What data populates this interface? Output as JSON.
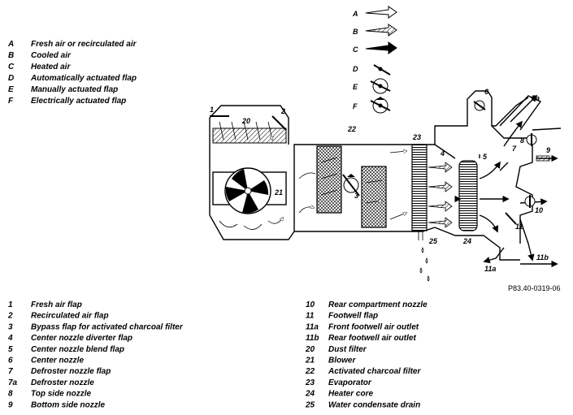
{
  "top_legend": [
    {
      "key": "A",
      "text": "Fresh air or recirculated air"
    },
    {
      "key": "B",
      "text": "Cooled air"
    },
    {
      "key": "C",
      "text": "Heated air"
    },
    {
      "key": "D",
      "text": "Automatically actuated flap"
    },
    {
      "key": "E",
      "text": " Manually actuated flap"
    },
    {
      "key": "F",
      "text": "Electrically actuated flap"
    }
  ],
  "symbol_keys": [
    "A",
    "B",
    "C",
    "D",
    "E",
    "F"
  ],
  "diagram_labels": {
    "l1": "1",
    "l2": "2",
    "l3": "3",
    "l4": "4",
    "l5": "5",
    "l6": "6",
    "l7": "7",
    "l7a": "7a",
    "l8": "8",
    "l9": "9",
    "l10": "10",
    "l11": "11",
    "l11a": "11a",
    "l11b": "11b",
    "l20": "20",
    "l21": "21",
    "l22": "22",
    "l23": "23",
    "l24": "24",
    "l25": "25"
  },
  "figure_ref": "P83.40-0319-06",
  "legend_left": [
    {
      "num": "1",
      "text": "Fresh air flap"
    },
    {
      "num": "2",
      "text": "Recirculated air flap"
    },
    {
      "num": "3",
      "text": "Bypass flap for activated charcoal filter"
    },
    {
      "num": "4",
      "text": "Center nozzle diverter flap"
    },
    {
      "num": "5",
      "text": "Center nozzle blend flap"
    },
    {
      "num": "6",
      "text": "Center nozzle"
    },
    {
      "num": "7",
      "text": "Defroster nozzle flap"
    },
    {
      "num": "7a",
      "text": "Defroster nozzle"
    },
    {
      "num": "8",
      "text": "Top side nozzle"
    },
    {
      "num": "9",
      "text": "Bottom side nozzle"
    }
  ],
  "legend_right": [
    {
      "num": "10",
      "text": "Rear compartment nozzle"
    },
    {
      "num": "11",
      "text": "Footwell flap"
    },
    {
      "num": "11a",
      "text": "Front footwell air outlet"
    },
    {
      "num": "11b",
      "text": "Rear footwell air outlet"
    },
    {
      "num": "20",
      "text": "Dust filter"
    },
    {
      "num": "21",
      "text": "Blower"
    },
    {
      "num": "22",
      "text": "Activated charcoal filter"
    },
    {
      "num": "23",
      "text": "Evaporator"
    },
    {
      "num": "24",
      "text": "Heater core"
    },
    {
      "num": "25",
      "text": "Water condensate drain"
    }
  ]
}
